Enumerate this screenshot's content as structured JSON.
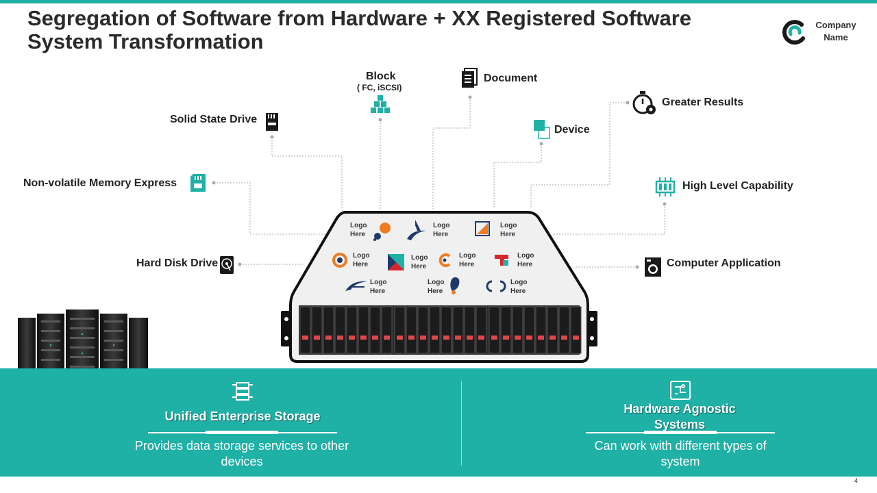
{
  "slide": {
    "title": "Segregation of Software from Hardware + XX Registered Software System Transformation",
    "company": "Company Name",
    "page_number": "4"
  },
  "features": [
    {
      "label": "Block",
      "sublabel": "( FC, iSCSI)",
      "icon": "cubes-icon"
    },
    {
      "label": "Document",
      "icon": "document-icon"
    },
    {
      "label": "Greater Results",
      "icon": "stopwatch-gear-icon"
    },
    {
      "label": "Solid State Drive",
      "icon": "sd-card-icon"
    },
    {
      "label": "Device",
      "icon": "squares-icon"
    },
    {
      "label": "Non-volatile Memory Express",
      "icon": "memory-card-icon"
    },
    {
      "label": "High Level Capability",
      "icon": "memory-chip-icon"
    },
    {
      "label": "Hard Disk Drive",
      "icon": "hard-disk-icon"
    },
    {
      "label": "Computer Application",
      "icon": "washing-machine-icon"
    }
  ],
  "vendor_logos": [
    "Logo Here",
    "Logo Here",
    "Logo Here",
    "Logo Here",
    "Logo Here",
    "Logo Here",
    "Logo Here",
    "Logo Here",
    "Logo Here",
    "Logo Here"
  ],
  "bottom": [
    {
      "title": "Unified Enterprise Storage",
      "desc": "Provides data storage services to other devices",
      "icon": "storage-server-icon"
    },
    {
      "title": "Hardware Agnostic Systems",
      "desc": "Can work with different types of system",
      "icon": "circuit-chip-icon"
    }
  ],
  "colors": {
    "accent": "#1fb0a6",
    "dark": "#1a1a1a",
    "orange": "#f07c22",
    "red": "#d6252b",
    "navy": "#1e3a6b"
  }
}
